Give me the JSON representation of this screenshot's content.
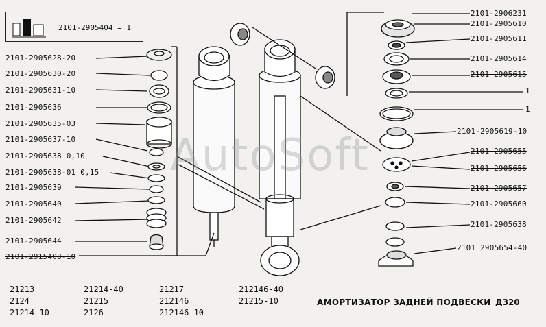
{
  "kit": {
    "label": "2101-2905404 = 1"
  },
  "left_labels": [
    {
      "text": "2101-2905628-20",
      "strike": false
    },
    {
      "text": "2101-2905630-20",
      "strike": false
    },
    {
      "text": "2101-2905631-10",
      "strike": false
    },
    {
      "text": "2101-2905636",
      "strike": false
    },
    {
      "text": "2101-2905635-03",
      "strike": false
    },
    {
      "text": "2101-2905637-10",
      "strike": false
    },
    {
      "text": "2101-2905638 0,10",
      "strike": false
    },
    {
      "text": "2101-2905638-01 0,15",
      "strike": false
    },
    {
      "text": "2101-2905639",
      "strike": false
    },
    {
      "text": "2101-2905640",
      "strike": false
    },
    {
      "text": "2101-2905642",
      "strike": false
    },
    {
      "text": "2101-2905644",
      "strike": true
    },
    {
      "text": "2101-2915408-10",
      "strike": true
    }
  ],
  "right_labels": [
    {
      "text": "2101-2906231",
      "strike": false
    },
    {
      "text": "2101-2905610",
      "strike": false
    },
    {
      "text": "2101-2905611",
      "strike": false
    },
    {
      "text": "2101-2905614",
      "strike": false
    },
    {
      "text": "2101-2905615",
      "strike": true
    },
    {
      "text": "1",
      "strike": false
    },
    {
      "text": "1",
      "strike": false
    },
    {
      "text": "2101-2905619-10",
      "strike": false
    },
    {
      "text": "2101-2905655",
      "strike": true
    },
    {
      "text": "2101-2905656",
      "strike": true
    },
    {
      "text": "2101-2905657",
      "strike": true
    },
    {
      "text": "2101-2905660",
      "strike": true
    },
    {
      "text": "2101-2905638",
      "strike": false
    },
    {
      "text": "2101 2905654-40",
      "strike": false
    }
  ],
  "models": {
    "col1": [
      "21213",
      "2124",
      "21214-10"
    ],
    "col2": [
      "21214-40",
      "21215",
      "2126"
    ],
    "col3": [
      "21217",
      "212146",
      "212146-10"
    ],
    "col4": [
      "212146-40",
      "21215-10"
    ]
  },
  "caption": "АМОРТИЗАТОР ЗАДНЕЙ ПОДВЕСКИ",
  "code": "Д320",
  "watermark": "AutoSoft"
}
